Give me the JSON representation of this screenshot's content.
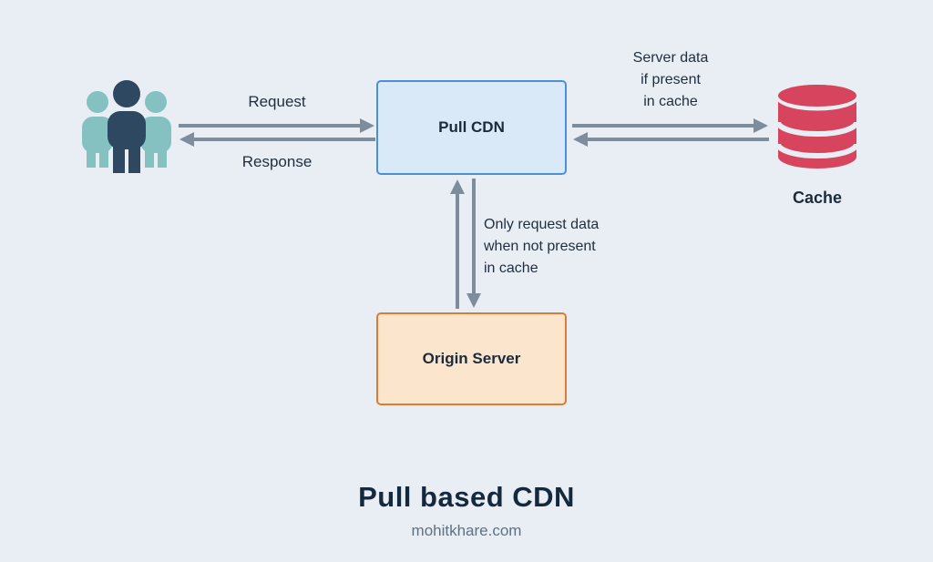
{
  "diagram": {
    "nodes": {
      "pull_cdn": {
        "label": "Pull CDN"
      },
      "origin_server": {
        "label": "Origin Server"
      },
      "cache": {
        "label": "Cache"
      },
      "users": {
        "icon": "users-group-icon"
      }
    },
    "arrows": {
      "request_label": "Request",
      "response_label": "Response"
    },
    "notes": {
      "server_data": [
        "Server data",
        "if present",
        "in cache"
      ],
      "origin_request": [
        "Only request data",
        "when not present",
        "in cache"
      ]
    }
  },
  "footer": {
    "title": "Pull based CDN",
    "credit": "mohitkhare.com"
  },
  "colors": {
    "background": "#e8eef4",
    "cdn_box_fill": "#d9e9f8",
    "cdn_box_border": "#4a90d4",
    "origin_box_fill": "#fce5cd",
    "origin_box_border": "#dd7b35",
    "cache_red": "#d6455d",
    "arrow_gray": "#7d8d9c",
    "people_teal": "#85c1c1",
    "people_navy": "#2d4860",
    "text_dark": "#1d2d3e",
    "text_muted": "#5f7183"
  }
}
